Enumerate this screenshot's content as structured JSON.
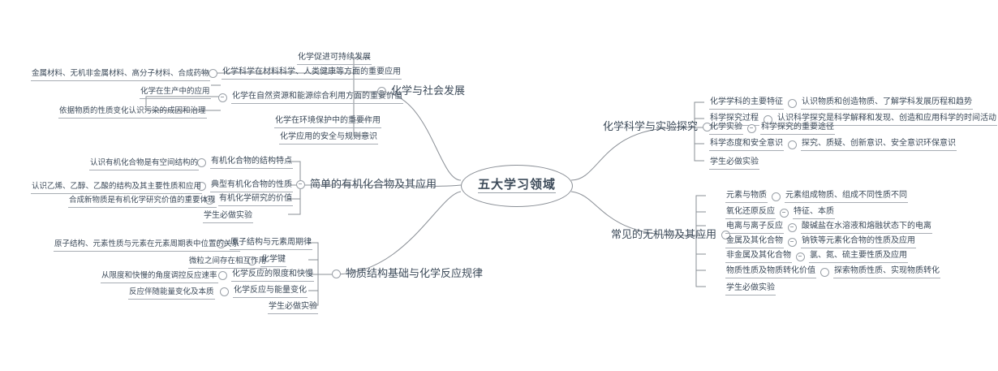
{
  "title": "五大学习领域",
  "colors": {
    "text": "#3c4a59",
    "line": "#8a8f96",
    "underline": "#a8adb4",
    "background": "#ffffff"
  },
  "icons": {
    "collapse": "circle-minus-icon",
    "expand": "circle-icon"
  },
  "center": {
    "label": "五大学习领域"
  },
  "branches": {
    "social": {
      "label": "化学与社会发展",
      "items": [
        {
          "label": "化学促进可持续发展",
          "detail": null
        },
        {
          "label": "化学科学在材料科学、人类健康等方面的重要应用",
          "detail": "金属材料、无机非金属材料、高分子材料、合成药物"
        },
        {
          "label": "化学在自然资源和能源综合利用方面的重要价值",
          "detail": "化学在生产中的应用"
        },
        {
          "label": "化学在环境保护中的重要作用",
          "detail": null
        },
        {
          "label": "化学应用的安全与规则意识",
          "detail": null
        }
      ],
      "extra_detail": "依据物质的性质变化认识污染的成因和治理"
    },
    "organic": {
      "label": "简单的有机化合物及其应用",
      "items": [
        {
          "label": "有机化合物的结构特点",
          "detail": "认识有机化合物是有空间结构的"
        },
        {
          "label": "典型有机化合物的性质",
          "detail": "认识乙烯、乙醇、乙酸的结构及其主要性质和应用"
        },
        {
          "label": "有机化学研究的价值",
          "detail": "合成新物质是有机化学研究价值的重要体现"
        },
        {
          "label": "学生必做实验",
          "detail": null
        }
      ]
    },
    "structure": {
      "label": "物质结构基础与化学反应规律",
      "items": [
        {
          "label": "原子结构与元素周期律",
          "detail": "原子结构、元素性质与元素在元素周期表中位置的关系"
        },
        {
          "label": "化学键",
          "detail": "微粒之间存在相互作用"
        },
        {
          "label": "化学反应的限度和快慢",
          "detail": "从限度和快慢的角度调控反应速率"
        },
        {
          "label": "化学反应与能量变化",
          "detail": "反应伴随能量变化及本质"
        },
        {
          "label": "学生必做实验",
          "detail": null
        }
      ]
    },
    "inquiry": {
      "label": "化学科学与实验探究",
      "items": [
        {
          "label": "化学学科的主要特征",
          "detail": "认识物质和创造物质、了解学科发展历程和趋势"
        },
        {
          "label": "科学探究过程",
          "detail": "认识科学探究是科学解释和发现、创造和应用科学的时间活动"
        },
        {
          "label": "化学实验",
          "detail": "科学探究的重要途径"
        },
        {
          "label": "科学态度和安全意识",
          "detail": "探究、质疑、创新意识、安全意识环保意识"
        },
        {
          "label": "学生必做实验",
          "detail": null
        }
      ]
    },
    "inorganic": {
      "label": "常见的无机物及其应用",
      "items": [
        {
          "label": "元素与物质",
          "detail": "元素组成物质、组成不同性质不同"
        },
        {
          "label": "氧化还原反应",
          "detail": "特征、本质"
        },
        {
          "label": "电离与离子反应",
          "detail": "酸碱盐在水溶液和熔融状态下的电离"
        },
        {
          "label": "金属及其化合物",
          "detail": "钠铁等元素化合物的性质及应用"
        },
        {
          "label": "非金属及其化合物",
          "detail": "氯、氮、硫主要性质及应用"
        },
        {
          "label": "物质性质及物质转化价值",
          "detail": "探索物质性质、实现物质转化"
        },
        {
          "label": "学生必做实验",
          "detail": null
        }
      ]
    }
  }
}
